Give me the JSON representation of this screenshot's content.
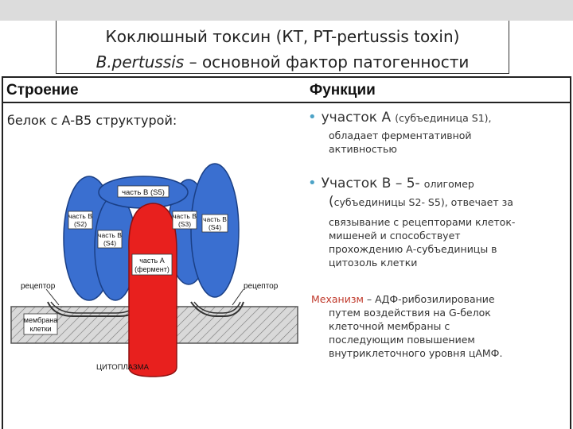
{
  "title": {
    "line1": "Коклюшный токсин (КТ, PT-pertussis toxin)",
    "line2_italic": "B.pertussis",
    "line2_rest": " – основной фактор патогенности"
  },
  "columns": {
    "left_header": "Строение",
    "right_header": "Функции"
  },
  "structure": {
    "description": "белок с А-В5 структурой:"
  },
  "diagram": {
    "part_b_s5": "часть В (S5)",
    "part_b_s2_l1": "часть В",
    "part_b_s2_l2": "(S2)",
    "part_b_s4_l1": "часть В",
    "part_b_s4_l2": "(S4)",
    "part_b_s3_l1": "часть В",
    "part_b_s3_l2": "(S3)",
    "part_b_s4b_l1": "часть В",
    "part_b_s4b_l2": "(S4)",
    "part_a_l1": "часть А",
    "part_a_l2": "(фермент)",
    "receptor_left": "рецептор",
    "receptor_right": "рецептор",
    "membrane_l1": "мембрана",
    "membrane_l2": "клетки",
    "cytoplasm": "ЦИТОПЛАЗМА",
    "colors": {
      "b_subunit": "#3a6fd0",
      "a_subunit": "#e8201e",
      "membrane": "#cfcfcf"
    }
  },
  "functions": {
    "a_big": "участок А",
    "a_small": "(субъединица S1),",
    "a_line2": "обладает ферментативной",
    "a_line3": "активностью",
    "b_big": "Участок В – 5-",
    "b_small": "олигомер",
    "b_paren": "(",
    "b_line2_small": "субъединицы S2- S5), отвечает за",
    "b_line3": "связывание с рецепторами клеток-",
    "b_line4": "мишеней и способствует",
    "b_line5": "прохождению А-субъединицы в",
    "b_line6": "цитозоль клетки",
    "mech_label": "Механизм",
    "mech_line1": " – АДФ-рибозилирование",
    "mech_line2": "путем воздействия на G-белок",
    "mech_line3": "клеточной мембраны с",
    "mech_line4": "последующим повышением",
    "mech_line5": "внутриклеточного уровня цАМФ."
  }
}
